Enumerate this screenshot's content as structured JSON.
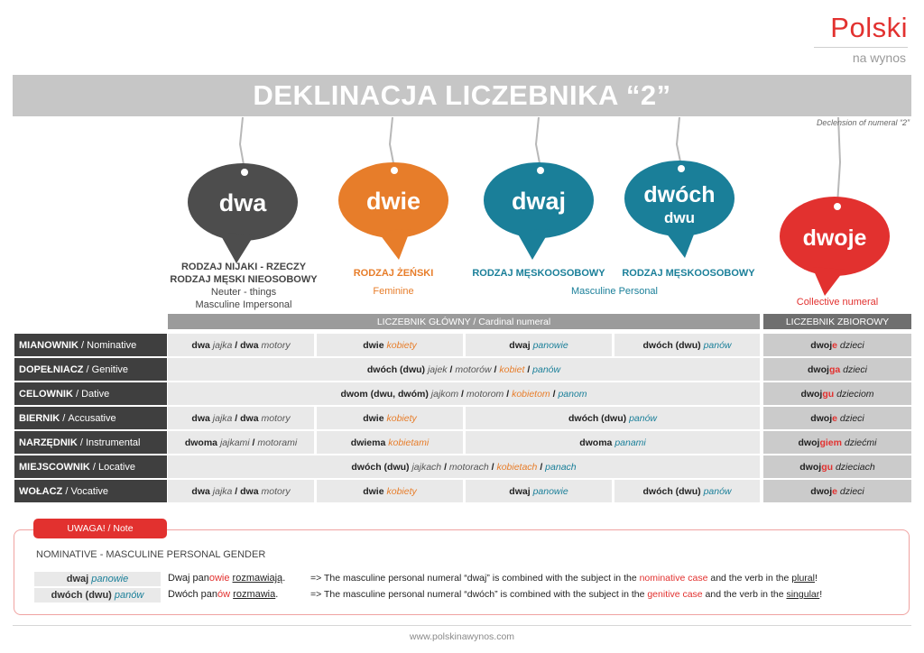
{
  "logo": {
    "main": "Polski",
    "sub": "na wynos"
  },
  "title": "DEKLINACJA LICZEBNIKA “2”",
  "subtitle": "Declension of numeral “2”",
  "bubbles": [
    {
      "word": "dwa",
      "word2": "",
      "color": "#4d4d4d",
      "cat_pl": "RODZAJ NIJAKI - RZECZY",
      "cat_pl2": "RODZAJ MĘSKI NIEOSOBOWY",
      "cat_en": "Neuter - things",
      "cat_en2": "Masculine Impersonal"
    },
    {
      "word": "dwie",
      "word2": "",
      "color": "#e77d2a",
      "cat_pl": "RODZAJ ŻEŃSKI",
      "cat_en": "Feminine"
    },
    {
      "word": "dwaj",
      "word2": "",
      "color": "#1a7f99",
      "cat_pl": "RODZAJ MĘSKOOSOBOWY"
    },
    {
      "word": "dwóch",
      "word2": "dwu",
      "color": "#1a7f99",
      "cat_pl": "RODZAJ MĘSKOOSOBOWY"
    },
    {
      "word": "dwoje",
      "word2": "",
      "color": "#e2312f",
      "cat_en": "Collective numeral"
    }
  ],
  "masc_personal_en": "Masculine Personal",
  "table": {
    "band_cardinal": "LICZEBNIK GŁÓWNY / Cardinal numeral",
    "band_collective": "LICZEBNIK ZBIOROWY",
    "rows": [
      {
        "pl": "MIANOWNIK",
        "en": "Nominative"
      },
      {
        "pl": "DOPEŁNIACZ",
        "en": "Genitive"
      },
      {
        "pl": "CELOWNIK",
        "en": "Dative"
      },
      {
        "pl": "BIERNIK",
        "en": "Accusative"
      },
      {
        "pl": "NARZĘDNIK",
        "en": "Instrumental"
      },
      {
        "pl": "MIEJSCOWNIK",
        "en": "Locative"
      },
      {
        "pl": "WOŁACZ",
        "en": "Vocative"
      }
    ],
    "words": {
      "dwa": "dwa",
      "jajka": "jajka",
      "motory": "motory",
      "dwie": "dwie",
      "kobiety": "kobiety",
      "dwaj": "dwaj",
      "panowie": "panowie",
      "dwoch_dwu": "dwóch (dwu)",
      "panow": "panów",
      "jajek": "jajek",
      "motorow": "motorów",
      "kobiet": "kobiet",
      "dwom": "dwom (dwu, dwóm)",
      "jajkom": "jajkom",
      "motorom": "motorom",
      "kobietom": "kobietom",
      "panom": "panom",
      "dwoma": "dwoma",
      "jajkami": "jajkami",
      "motorami": "motorami",
      "dwiema": "dwiema",
      "kobietami": "kobietami",
      "panami": "panami",
      "jajkach": "jajkach",
      "motorach": "motorach",
      "kobietach": "kobietach",
      "panach": "panach",
      "dwoj": "dwoj",
      "dzieci": "dzieci",
      "dzieciom": "dzieciom",
      "dziecmi": "dziećmi",
      "dzieciach": "dzieciach",
      "end_e": "e",
      "end_ga": "ga",
      "end_gu": "gu",
      "end_giem": "giem",
      "slash": "/"
    }
  },
  "note": {
    "tag": "UWAGA! / Note",
    "heading": "NOMINATIVE - MASCULINE PERSONAL GENDER",
    "line1": {
      "l1": "dwaj",
      "l2": "panowie",
      "s1": "Dwaj pan",
      "s2": "owie",
      "s3": "rozmawiają",
      "s4": ".",
      "e1": "=> The masculine personal numeral “dwaj” is combined with the subject in the ",
      "e2": "nominative case",
      "e3": " and the verb in the ",
      "e4": "plural",
      "e5": "!"
    },
    "line2": {
      "l1": "dwóch (dwu)",
      "l2": "panów",
      "s1": "Dwóch pan",
      "s2": "ów",
      "s3": "rozmawia",
      "s4": ".",
      "e1": "=> The masculine personal numeral “dwóch” is combined with the subject in the ",
      "e2": "genitive case",
      "e3": " and the verb in the ",
      "e4": "singular",
      "e5": "!"
    }
  },
  "footer": "www.polskinawynos.com"
}
